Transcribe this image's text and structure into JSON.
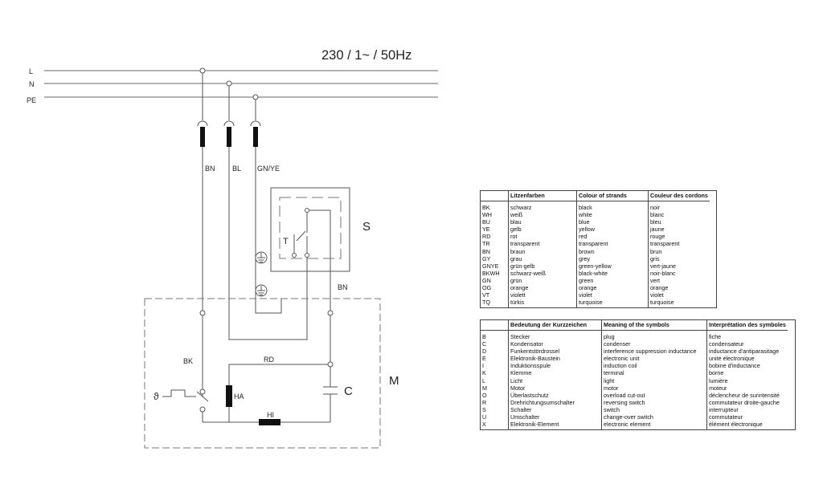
{
  "diagram": {
    "supply_label": "230 / 1~ / 50Hz",
    "lines": [
      {
        "id": "L",
        "label": "L"
      },
      {
        "id": "N",
        "label": "N"
      },
      {
        "id": "PE",
        "label": "PE"
      }
    ],
    "wire_labels": {
      "bn_top": "BN",
      "bl_top": "BL",
      "gnye_top": "GN/YE",
      "bn_right": "BN",
      "bk_left": "BK",
      "rd": "RD"
    },
    "components": {
      "switch_box": "S",
      "switch_contact": "T",
      "motor_box": "M",
      "capacitor": "C",
      "main_winding": "HA",
      "aux_winding": "HI",
      "thermal_symbol": "ϑ"
    }
  },
  "strand_colours": {
    "headers": [
      "",
      "Litzenfarben",
      "Colour of strands",
      "Couleur des cordons"
    ],
    "rows": [
      [
        "BK",
        "schwarz",
        "black",
        "noir"
      ],
      [
        "WH",
        "weiß",
        "white",
        "blanc"
      ],
      [
        "BU",
        "blau",
        "blue",
        "bleu"
      ],
      [
        "YE",
        "gelb",
        "yellow",
        "jaune"
      ],
      [
        "RD",
        "rot",
        "red",
        "rouge"
      ],
      [
        "TR",
        "transparent",
        "transparent",
        "transparent"
      ],
      [
        "BN",
        "braun",
        "brown",
        "brun"
      ],
      [
        "GY",
        "grau",
        "grey",
        "gris"
      ],
      [
        "GNYE",
        "grün-gelb",
        "green-yellow",
        "vert-jaune"
      ],
      [
        "BKWH",
        "schwarz-weiß",
        "black-white",
        "noir-blanc"
      ],
      [
        "GN",
        "grün",
        "green",
        "vert"
      ],
      [
        "OG",
        "orange",
        "orange",
        "orange"
      ],
      [
        "VT",
        "violett",
        "violet",
        "violet"
      ],
      [
        "TQ",
        "türkis",
        "turquoise",
        "turquoise"
      ]
    ]
  },
  "symbols": {
    "headers": [
      "",
      "Bedeutung der Kurzzeichen",
      "Meaning of the symbols",
      "Interprétation des symboles"
    ],
    "rows": [
      [
        "B",
        "Stecker",
        "plug",
        "fiche"
      ],
      [
        "C",
        "Kondensator",
        "condenser",
        "condensateur"
      ],
      [
        "D",
        "Funkentstördrossel",
        "interference suppression inductance",
        "inductance d'antiparasitage"
      ],
      [
        "E",
        "Elektronik-Baustein",
        "electronic unit",
        "unité électronique"
      ],
      [
        "I",
        "Induktionsspule",
        "induction coil",
        "bobine d'inductance"
      ],
      [
        "K",
        "Klemme",
        "terminal",
        "borne"
      ],
      [
        "L",
        "Licht",
        "light",
        "lumière"
      ],
      [
        "M",
        "Motor",
        "motor",
        "moteur"
      ],
      [
        "O",
        "Überlastschutz",
        "overload cut-out",
        "déclencheur de surintensité"
      ],
      [
        "R",
        "Drehrichtungsumschalter",
        "reversing switch",
        "commutateur droite-gauche"
      ],
      [
        "S",
        "Schalter",
        "switch",
        "interrupteur"
      ],
      [
        "U",
        "Umschalter",
        "change-over switch",
        "commutateur"
      ],
      [
        "X",
        "Elektronik-Element",
        "electronic element",
        "élément électronique"
      ]
    ]
  }
}
